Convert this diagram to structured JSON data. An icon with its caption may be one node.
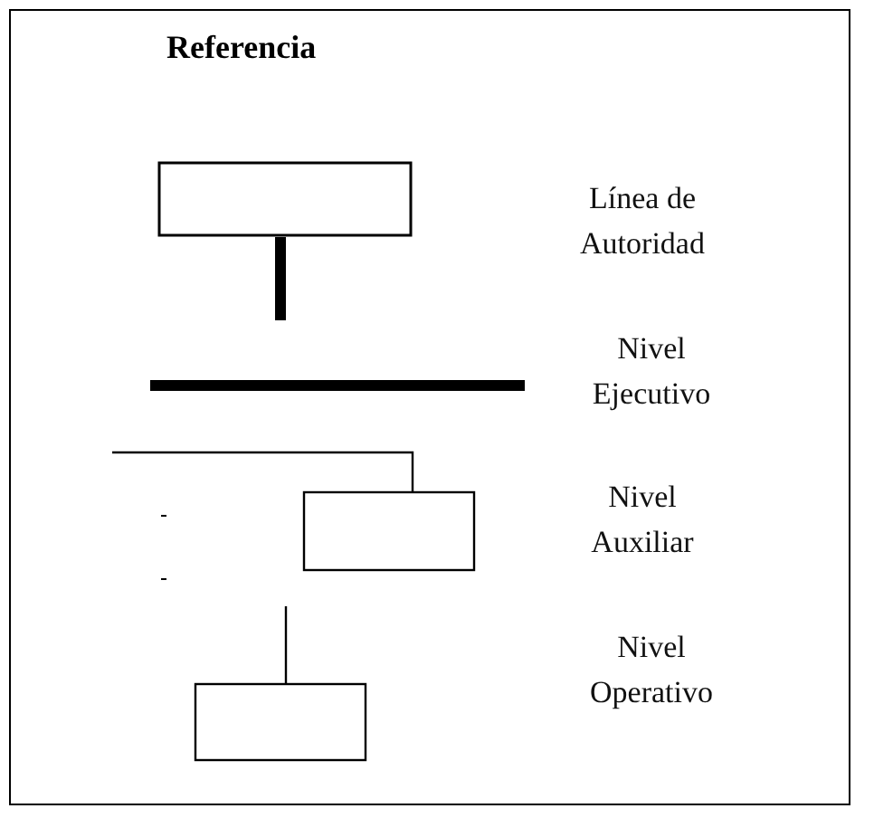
{
  "diagram": {
    "title": "Referencia",
    "legend": [
      {
        "text": "Línea de Autoridad"
      },
      {
        "text": "Nivel Ejecutivo"
      },
      {
        "text": "Nivel Auxiliar"
      },
      {
        "text": "Nivel Operativo"
      }
    ]
  }
}
